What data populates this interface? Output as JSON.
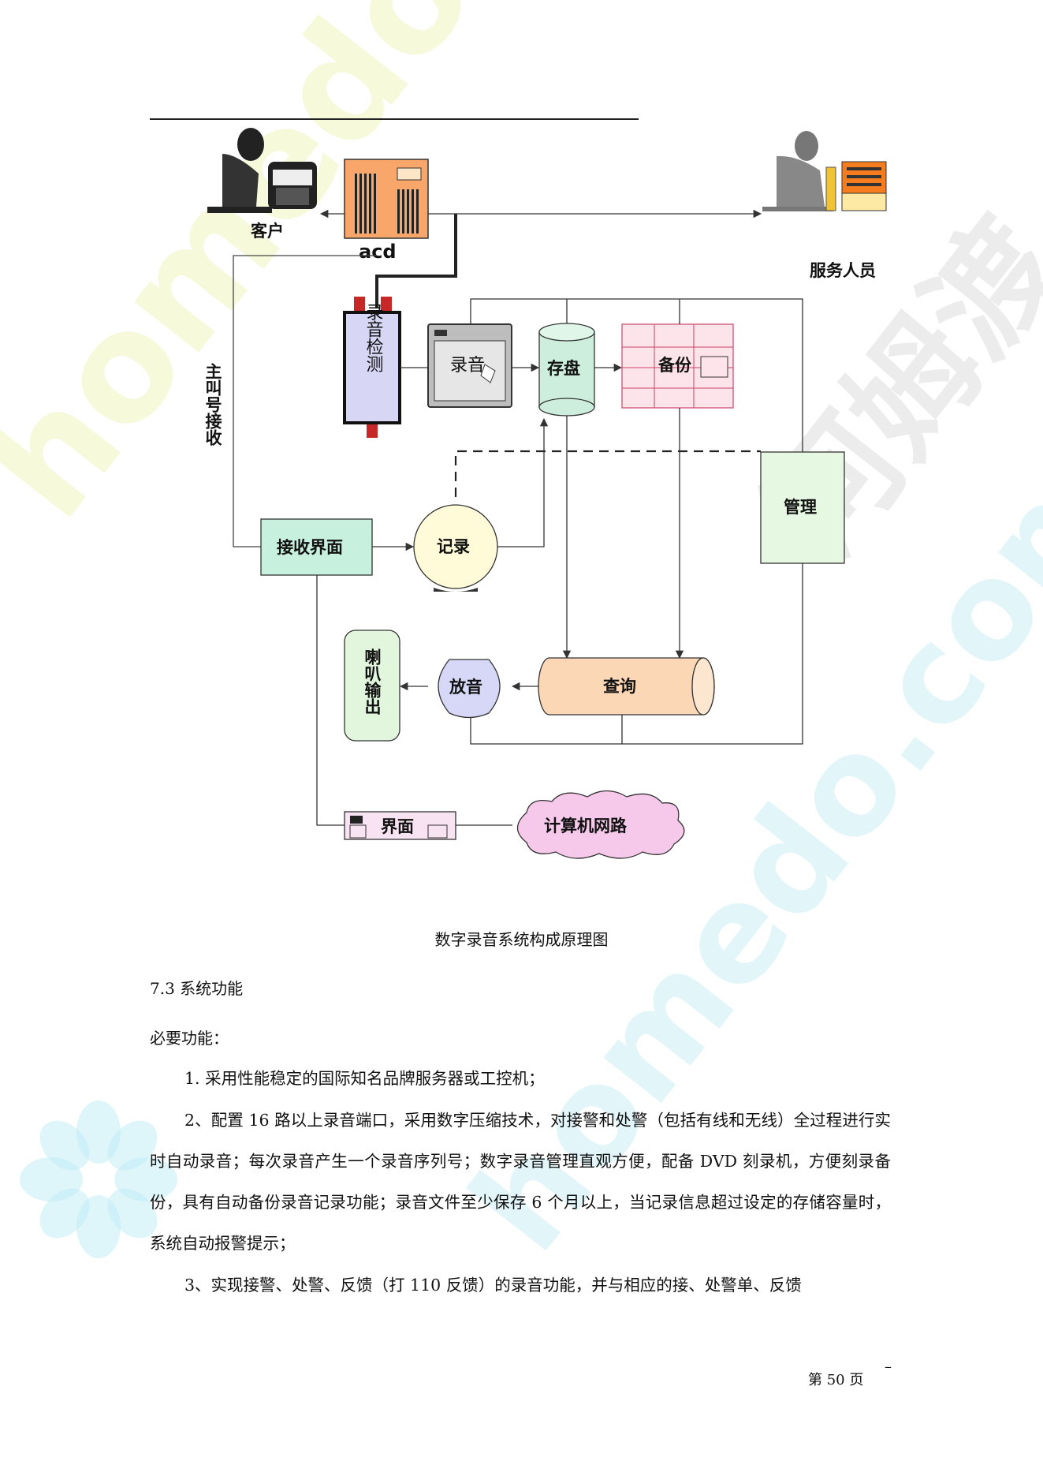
{
  "diagram": {
    "nodes": {
      "customer": "客户",
      "acd": "acd",
      "service_staff": "服务人员",
      "caller_id": "主叫号接收",
      "record_detect": "录音检测",
      "record": "录音",
      "store": "存盘",
      "backup": "备份",
      "manage": "管理",
      "receive_ui": "接收界面",
      "log": "记录",
      "speaker_out": "喇叭输出",
      "playback": "放音",
      "query": "查询",
      "interface": "界面",
      "network": "计算机网路"
    }
  },
  "watermarks": {
    "latin": "homedo.com",
    "cjk": "河姆渡"
  },
  "caption": "数字录音系统构成原理图",
  "section_title": "7.3 系统功能",
  "subheading": "必要功能：",
  "paragraphs": [
    "1. 采用性能稳定的国际知名品牌服务器或工控机；",
    "2、配置 16 路以上录音端口，采用数字压缩技术，对接警和处警（包括有线和无线）全过程进行实时自动录音；每次录音产生一个录音序列号；数字录音管理直观方便，配备 DVD 刻录机，方便刻录备份，具有自动备份录音记录功能；录音文件至少保存 6 个月以上，当记录信息超过设定的存储容量时，系统自动报警提示；",
    "3、实现接警、处警、反馈（打 110 反馈）的录音功能，并与相应的接、处警单、反馈"
  ],
  "footer": {
    "page": "第 50 页",
    "mark": "–"
  }
}
